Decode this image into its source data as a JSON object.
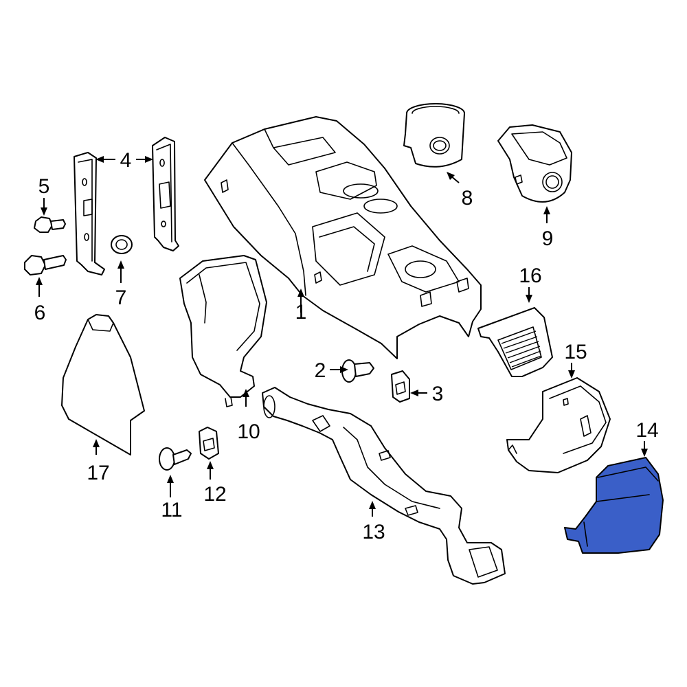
{
  "highlight_color": "#3a5fc8",
  "callouts": {
    "c1": "1",
    "c2": "2",
    "c3": "3",
    "c4": "4",
    "c5": "5",
    "c6": "6",
    "c7": "7",
    "c8": "8",
    "c9": "9",
    "c10": "10",
    "c11": "11",
    "c12": "12",
    "c13": "13",
    "c14": "14",
    "c15": "15",
    "c16": "16",
    "c17": "17"
  }
}
